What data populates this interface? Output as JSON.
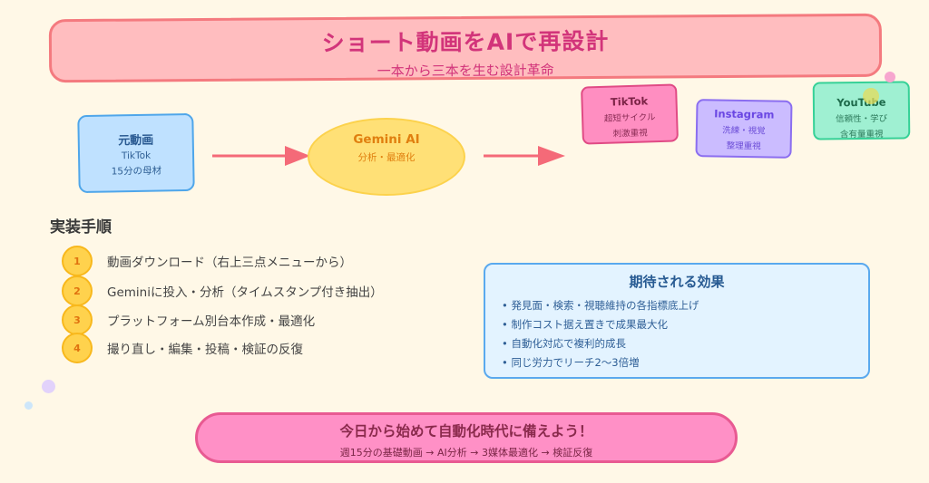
{
  "header": {
    "title": "ショート動画をAIで再設計",
    "subtitle": "一本から三本を生む設計革命"
  },
  "flow": {
    "source": {
      "title": "元動画",
      "line1": "TikTok",
      "line2": "15分の母材"
    },
    "processor": {
      "title": "Gemini AI",
      "line1": "分析・最適化"
    },
    "outputs": [
      {
        "title": "TikTok",
        "line1": "超短サイクル",
        "line2": "刺激重視",
        "color": "#ff8ec1"
      },
      {
        "title": "Instagram",
        "line1": "洗練・視覚",
        "line2": "整理重視",
        "color": "#cbbcff"
      },
      {
        "title": "YouTube",
        "line1": "信頼性・学び",
        "line2": "含有量重視",
        "color": "#9ff0d2"
      }
    ],
    "arrow_color": "#f46a78"
  },
  "steps": {
    "title": "実装手順",
    "items": [
      {
        "num": "1",
        "text": "動画ダウンロード（右上三点メニューから）"
      },
      {
        "num": "2",
        "text": "Geminiに投入・分析（タイムスタンプ付き抽出）"
      },
      {
        "num": "3",
        "text": "プラットフォーム別台本作成・最適化"
      },
      {
        "num": "4",
        "text": "撮り直し・編集・投稿・検証の反復"
      }
    ]
  },
  "effects": {
    "title": "期待される効果",
    "items": [
      "発見面・検索・視聴維持の各指標底上げ",
      "制作コスト据え置きで成果最大化",
      "自動化対応で複利的成長",
      "同じ労力でリーチ2〜3倍増"
    ]
  },
  "cta": {
    "title": "今日から始めて自動化時代に備えよう！",
    "subtitle": "週15分の基礎動画 → AI分析 → 3媒体最適化 → 検証反復"
  }
}
